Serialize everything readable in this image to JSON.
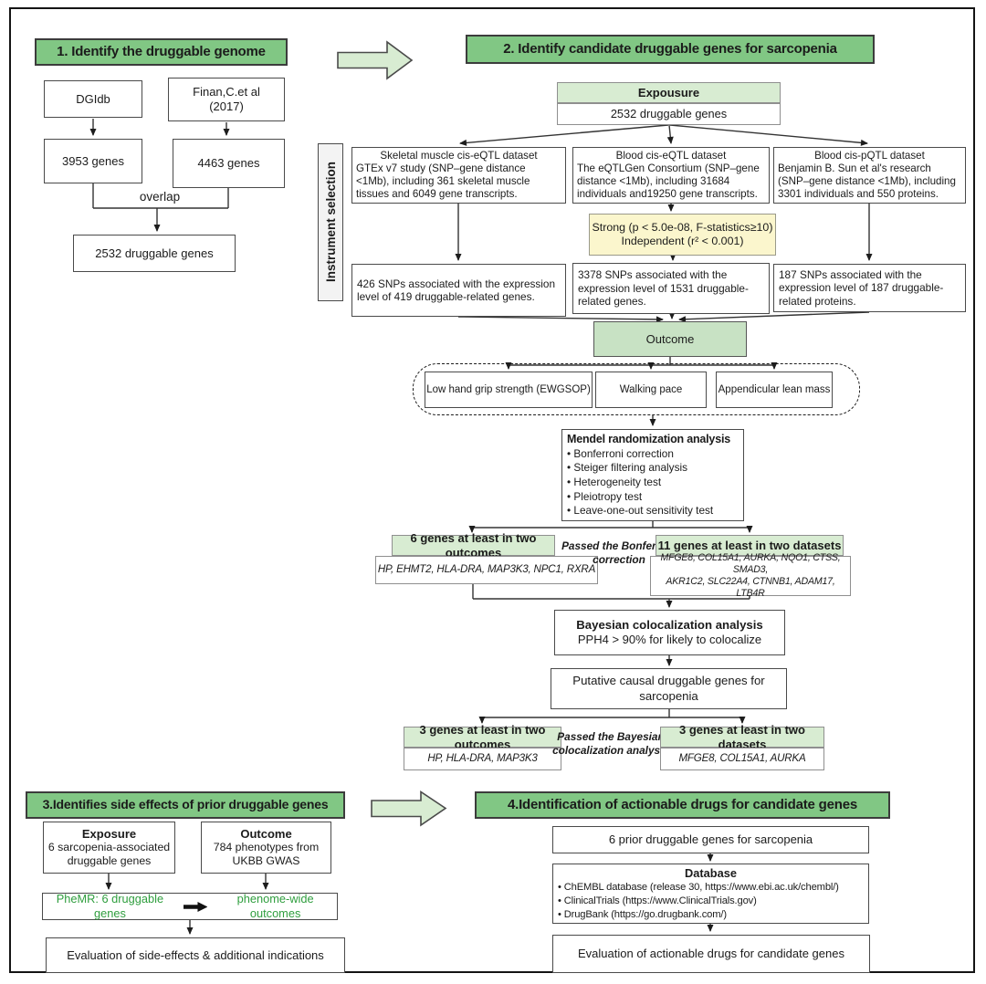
{
  "s1": {
    "title": "1. Identify the druggable genome",
    "dgidb": "DGIdb",
    "finan": "Finan,C.et al\n(2017)",
    "genes_3953": "3953 genes",
    "genes_4463": "4463 genes",
    "overlap": "overlap",
    "genes_2532": "2532 druggable genes"
  },
  "s2": {
    "title": "2. Identify candidate druggable genes for sarcopenia",
    "exposure_header": "Expousure",
    "exposure_value": "2532 druggable genes",
    "instrument_label": "Instrument selection",
    "dataset_muscle_title": "Skeletal muscle cis-eQTL dataset",
    "dataset_muscle_body": "GTEx v7 study (SNP–gene distance <1Mb), including 361 skeletal muscle tissues and 6049 gene transcripts.",
    "dataset_blood_eqtl_title": "Blood cis-eQTL dataset",
    "dataset_blood_eqtl_body": "The eQTLGen Consortium (SNP–gene distance <1Mb), including 31684 individuals and19250 gene transcripts.",
    "dataset_blood_pqtl_title": "Blood cis-pQTL dataset",
    "dataset_blood_pqtl_body": "Benjamin B. Sun et al's research (SNP–gene distance <1Mb), including 3301 individuals and 550 proteins.",
    "filter_line1": "Strong (p < 5.0e-08, F-statistics≥10)",
    "filter_line2": "Independent (r² < 0.001)",
    "snp_muscle": "426 SNPs associated with the expression level of 419 druggable-related genes.",
    "snp_blood_eqtl": "3378 SNPs associated with the expression level of 1531 druggable-related genes.",
    "snp_blood_pqtl": "187 SNPs associated with the expression level of 187 druggable-related proteins.",
    "outcome_label": "Outcome",
    "outcomes": [
      "Low hand grip strength (EWGSOP)",
      "Walking pace",
      "Appendicular lean mass"
    ],
    "mr_title": "Mendel randomization analysis",
    "mr_bullets": "• Bonferroni correction\n• Steiger filtering analysis\n• Heterogeneity test\n• Pleiotropy test\n• Leave-one-out sensitivity test",
    "genes6_header": "6 genes at least in two outcomes",
    "genes6_list": "HP, EHMT2, HLA-DRA, MAP3K3, NPC1, RXRA",
    "bonferroni_note": "Passed the Bonferroni\ncorrection",
    "genes11_header": "11 genes at least in two datasets",
    "genes11_list": "MFGE8, COL15A1, AURKA, NQO1, CTSS, SMAD3,\nAKR1C2, SLC22A4, CTNNB1, ADAM17, LTB4R",
    "coloc_title": "Bayesian colocalization analysis",
    "coloc_body": "PPH4 > 90% for likely to colocalize",
    "putative": "Putative causal druggable genes for sarcopenia",
    "genes3a_header": "3 genes at least in two outcomes",
    "genes3a_list": "HP, HLA-DRA, MAP3K3",
    "bayesian_note": "Passed the Bayesian\ncolocalization analysis",
    "genes3b_header": "3 genes at least in two datasets",
    "genes3b_list": "MFGE8, COL15A1, AURKA"
  },
  "s3": {
    "title": "3.Identifies side effects of prior druggable genes",
    "exposure_title": "Exposure",
    "exposure_body": "6 sarcopenia-associated druggable genes",
    "outcome_title": "Outcome",
    "outcome_body": "784 phenotypes from UKBB GWAS",
    "phemr_left": "PheMR: 6 druggable genes",
    "phemr_right": "phenome-wide outcomes",
    "evaluation": "Evaluation of side-effects & additional indications"
  },
  "s4": {
    "title": "4.Identification of actionable drugs for candidate genes",
    "prior": "6 prior druggable genes for sarcopenia",
    "db_title": "Database",
    "db_bullets": "• ChEMBL database (release 30, https://www.ebi.ac.uk/chembl/)\n• ClinicalTrials (https://www.ClinicalTrials.gov)\n• DrugBank (https://go.drugbank.com/)",
    "evaluation": "Evaluation of actionable drugs for candidate genes"
  },
  "colors": {
    "section_header_green": "#81c784",
    "light_green": "#d8ecd2",
    "outcome_green": "#c8e2c4",
    "filter_yellow": "#fbf6cd",
    "phemr_text_green": "#2f9e3e"
  }
}
